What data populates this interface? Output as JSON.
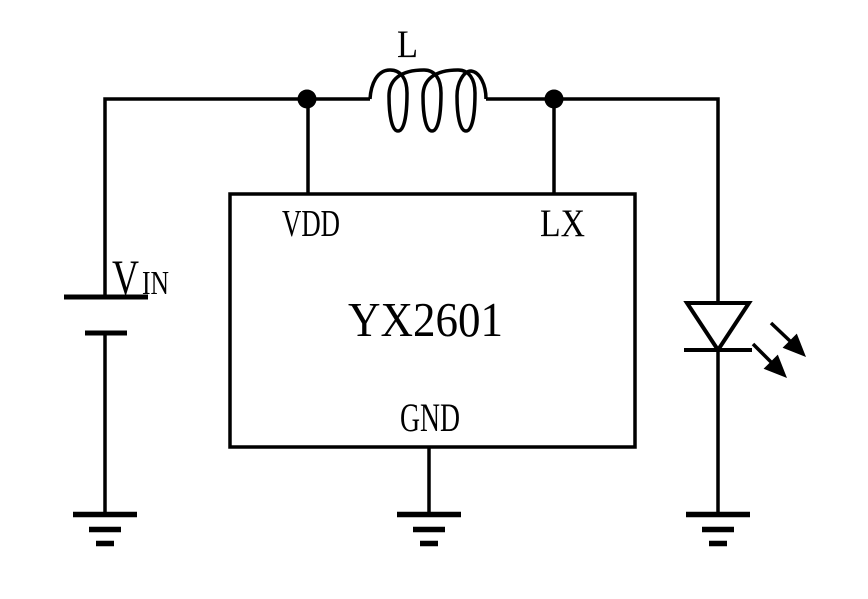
{
  "schematic": {
    "background_color": "#ffffff",
    "line_color": "#000000",
    "labels": {
      "inductor": "L",
      "vin_main": "V",
      "vin_sub": "IN",
      "pin_vdd": "VDD",
      "pin_lx": "LX",
      "ic_name": "YX2601",
      "pin_gnd": "GND"
    }
  }
}
